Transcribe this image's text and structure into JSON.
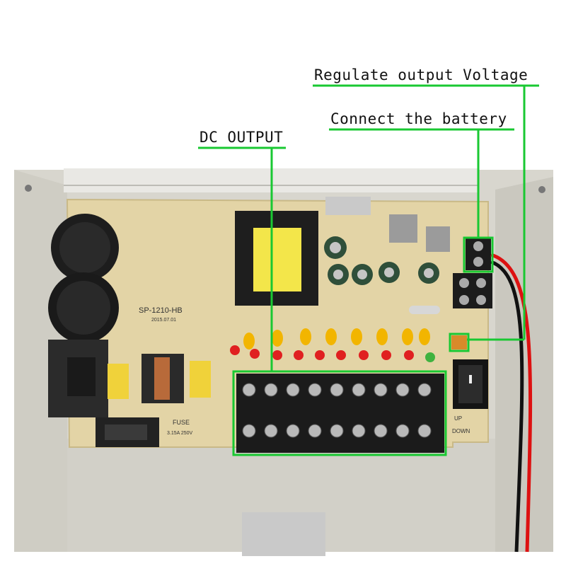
{
  "annotations": {
    "regulate_output_voltage": "Regulate output Voltage",
    "connect_battery": "Connect the battery",
    "dc_output": "DC OUTPUT"
  },
  "board": {
    "model": "SP-1210-HB",
    "date": "2015.07.01",
    "fuse_label": "FUSE",
    "fuse_rating": "3.15A 250V",
    "up_label": "UP",
    "down_label": "DOWN"
  },
  "colors": {
    "annotation_line": "#19c832",
    "enclosure": "#d9d7cf",
    "pcb": "#e2d3a4",
    "capacitor_yellow": "#f2b500",
    "led_red": "#e02020",
    "terminal_block": "#1b1b1b"
  }
}
